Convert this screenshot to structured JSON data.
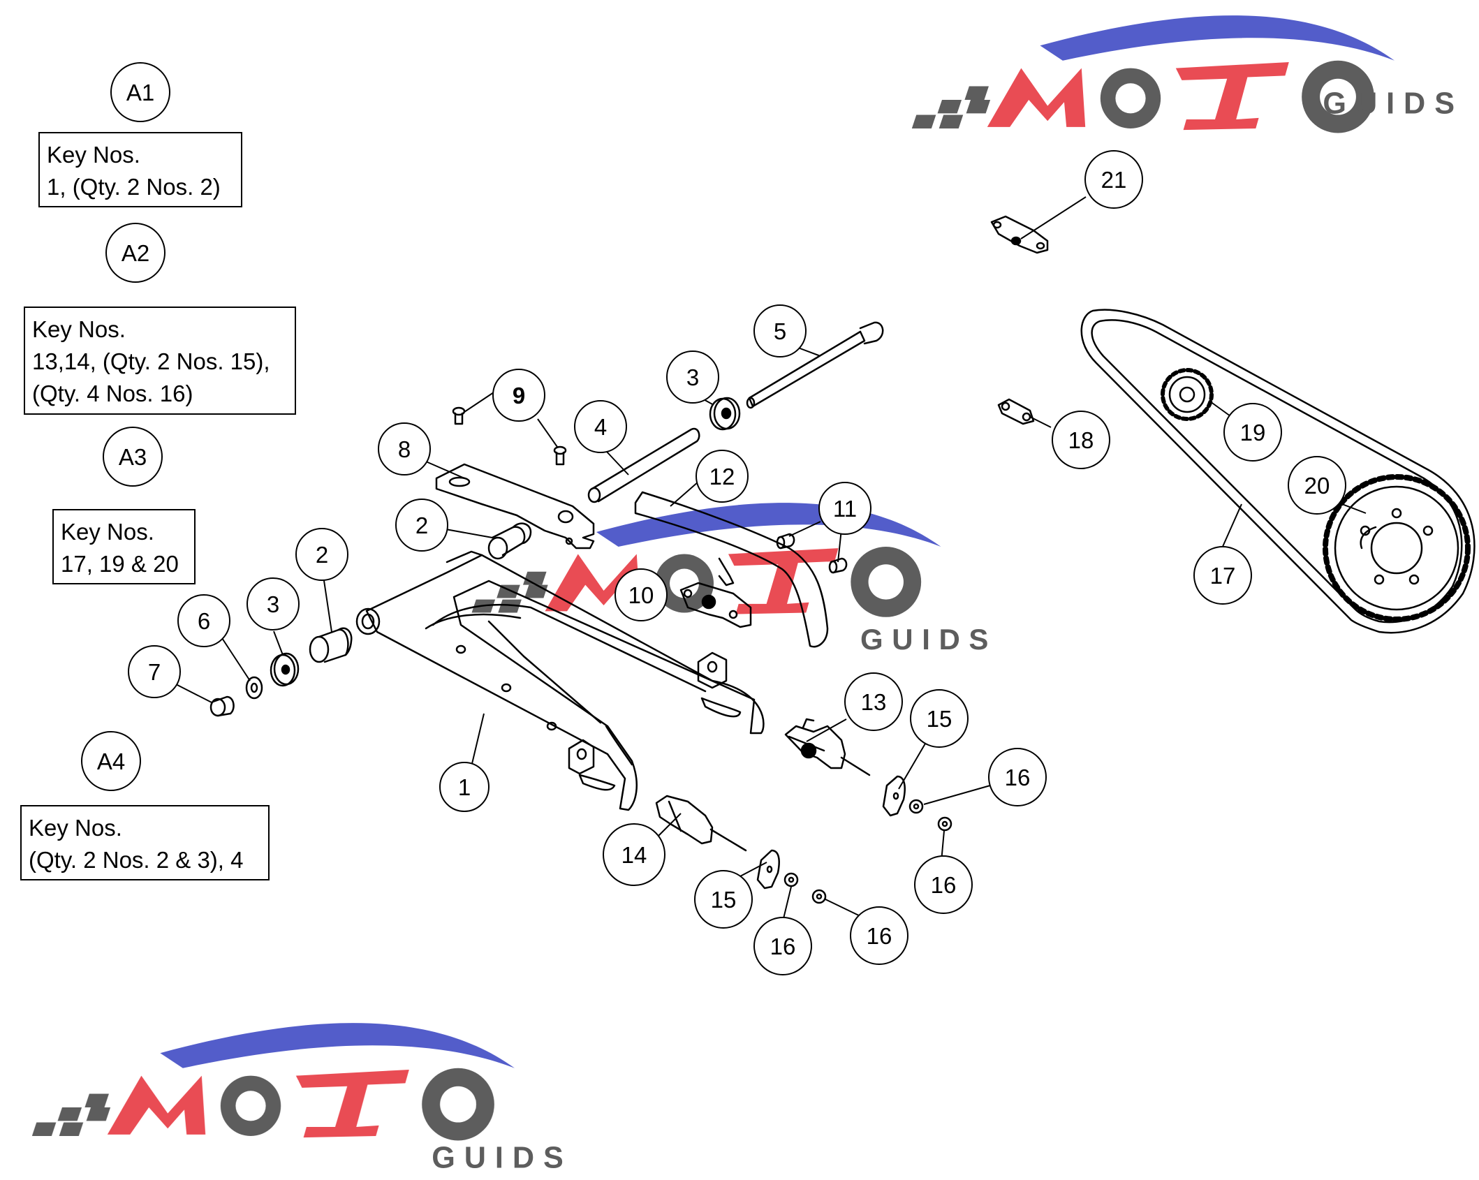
{
  "key_boxes": [
    {
      "id": "A1",
      "lines": [
        "Key Nos.",
        "1, (Qty. 2 Nos. 2)"
      ]
    },
    {
      "id": "A2",
      "lines": [
        "Key Nos.",
        "13,14, (Qty. 2 Nos. 15),",
        "(Qty. 4 Nos. 16)"
      ]
    },
    {
      "id": "A3",
      "lines": [
        "Key Nos.",
        "17, 19 & 20"
      ]
    },
    {
      "id": "A4",
      "lines": [
        "Key Nos.",
        "(Qty. 2 Nos. 2 & 3), 4"
      ]
    }
  ],
  "callouts": {
    "n1": "1",
    "n2a": "2",
    "n2b": "2",
    "n3a": "3",
    "n3b": "3",
    "n4": "4",
    "n5": "5",
    "n6": "6",
    "n7": "7",
    "n8": "8",
    "n9": "9",
    "n10": "10",
    "n11": "11",
    "n12": "12",
    "n13": "13",
    "n14": "14",
    "n15a": "15",
    "n15b": "15",
    "n16a": "16",
    "n16b": "16",
    "n16c": "16",
    "n16d": "16",
    "n17": "17",
    "n18": "18",
    "n19": "19",
    "n20": "20",
    "n21": "21"
  },
  "watermark": {
    "brand": "MOTO",
    "sub": "GUIDS"
  },
  "colors": {
    "logo_red": "#e8434b",
    "logo_blue": "#4a55c8",
    "logo_gray": "#555555",
    "line": "#000000"
  }
}
